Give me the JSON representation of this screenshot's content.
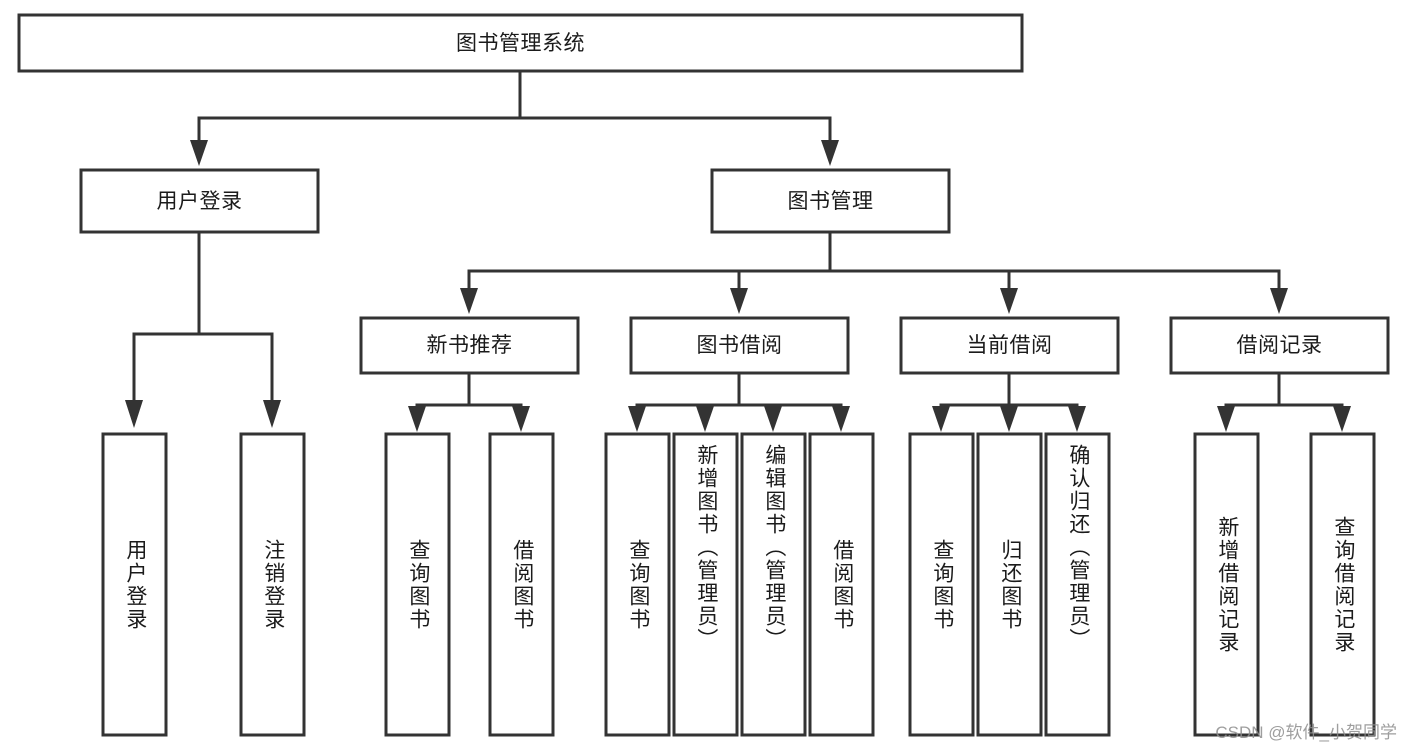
{
  "diagram": {
    "title": "图书管理系统",
    "type": "tree-hierarchy",
    "watermark": "CSDN @软件_小贺同学",
    "colors": {
      "background": "#ffffff",
      "stroke": "#333333",
      "box_fill": "#ffffff",
      "text": "#1b1b1b",
      "watermark": "#8e8e8e"
    },
    "root": {
      "label": "图书管理系统"
    },
    "level2": [
      {
        "label": "用户登录"
      },
      {
        "label": "图书管理"
      }
    ],
    "level3": [
      {
        "label": "新书推荐"
      },
      {
        "label": "图书借阅"
      },
      {
        "label": "当前借阅"
      },
      {
        "label": "借阅记录"
      }
    ],
    "leaves": {
      "user_login": [
        {
          "label": "用户登录"
        },
        {
          "label": "注销登录"
        }
      ],
      "new_book_recommend": [
        {
          "label": "查询图书"
        },
        {
          "label": "借阅图书"
        }
      ],
      "book_borrow": [
        {
          "label": "查询图书"
        },
        {
          "label": "新增图书（管理员）"
        },
        {
          "label": "编辑图书（管理员）"
        },
        {
          "label": "借阅图书"
        }
      ],
      "current_borrow": [
        {
          "label": "查询图书"
        },
        {
          "label": "归还图书"
        },
        {
          "label": "确认归还（管理员）"
        }
      ],
      "borrow_record": [
        {
          "label": "新增借阅记录"
        },
        {
          "label": "查询借阅记录"
        }
      ]
    }
  }
}
